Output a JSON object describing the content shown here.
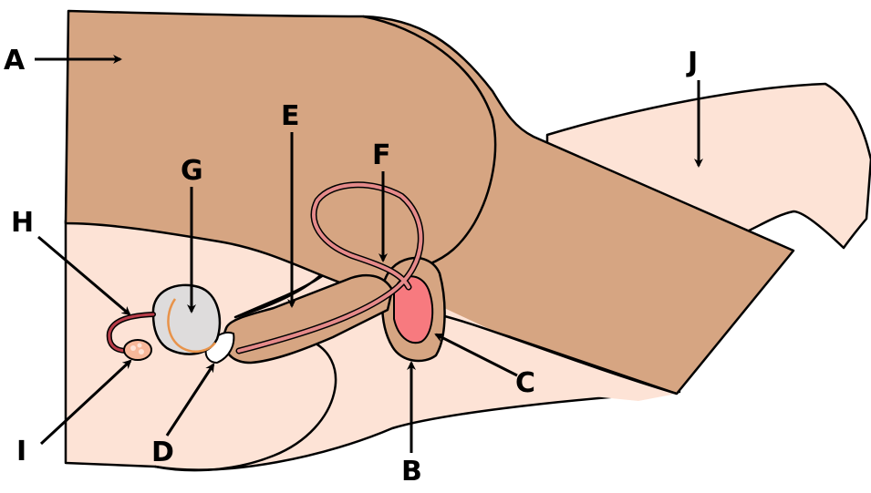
{
  "colors": {
    "tissue_brown": "#d6a582",
    "skin_pale": "#fde3d6",
    "cavity_white": "#ffffff",
    "gland_gray": "#dedcdc",
    "duct_red": "#e58a8a",
    "duct_dark": "#b83c48",
    "gland_pink": "#f77a7f",
    "ovary_peach": "#f7b89a",
    "outline": "#000000"
  },
  "labels": {
    "A": "A",
    "B": "B",
    "C": "C",
    "D": "D",
    "E": "E",
    "F": "F",
    "G": "G",
    "H": "H",
    "I": "I",
    "J": "J"
  }
}
